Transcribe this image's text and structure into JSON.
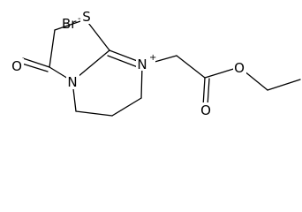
{
  "molecule": {
    "counterion": {
      "element": "Br",
      "charge": "-"
    },
    "atoms": {
      "sulfur": "S",
      "carbonyl_oxygen": "O",
      "ring_nitrogen": "N",
      "cationic_nitrogen": "N",
      "cationic_charge": "+",
      "ester_carbonyl_oxygen": "O",
      "ester_oxygen": "O"
    }
  }
}
